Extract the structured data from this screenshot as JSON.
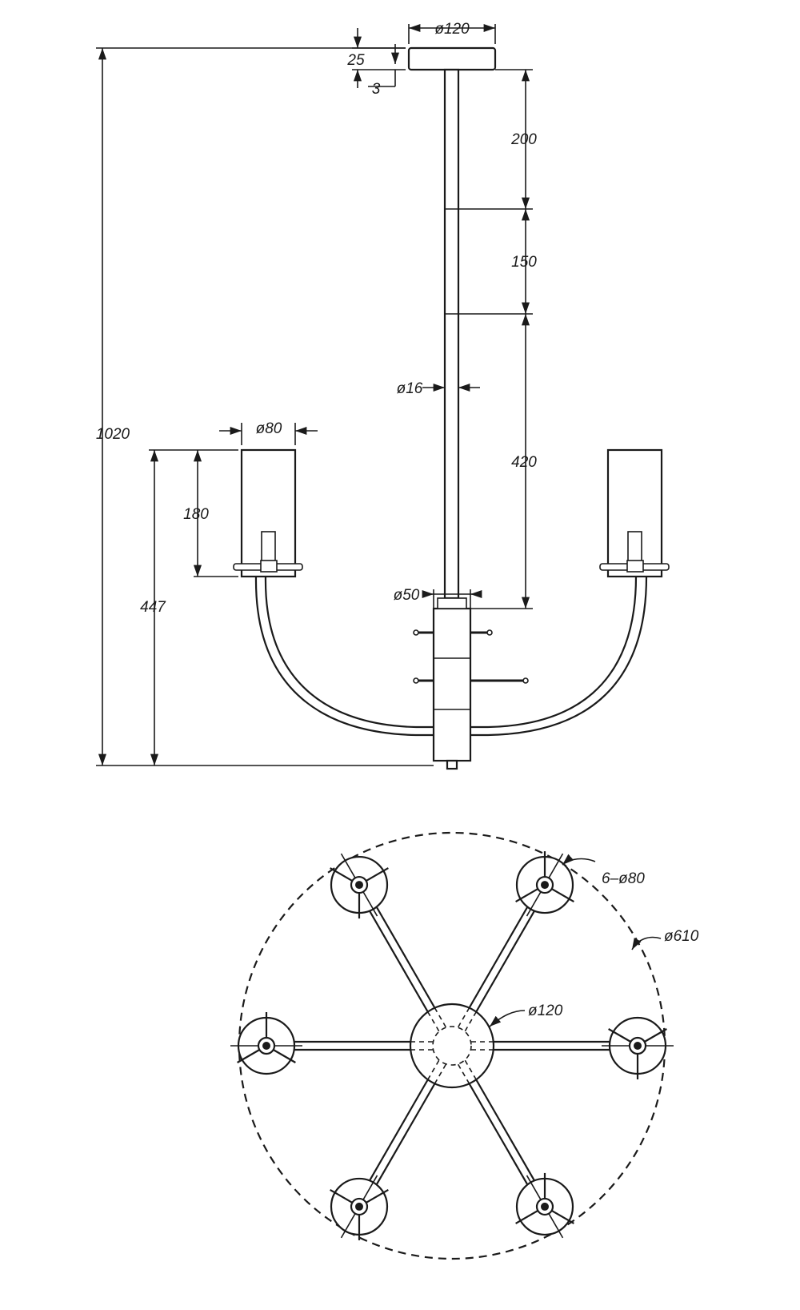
{
  "side_view": {
    "canopy_diameter": "ø120",
    "canopy_height": "25",
    "canopy_offset": "3",
    "rod_segment_top": "200",
    "rod_segment_mid": "150",
    "rod_diameter": "ø16",
    "rod_segment_bottom": "420",
    "overall_height": "1020",
    "shade_diameter": "ø80",
    "shade_height": "180",
    "lower_height": "447",
    "body_diameter": "ø50"
  },
  "top_view": {
    "shades_label": "6–ø80",
    "span_diameter": "ø610",
    "hub_diameter": "ø120"
  }
}
